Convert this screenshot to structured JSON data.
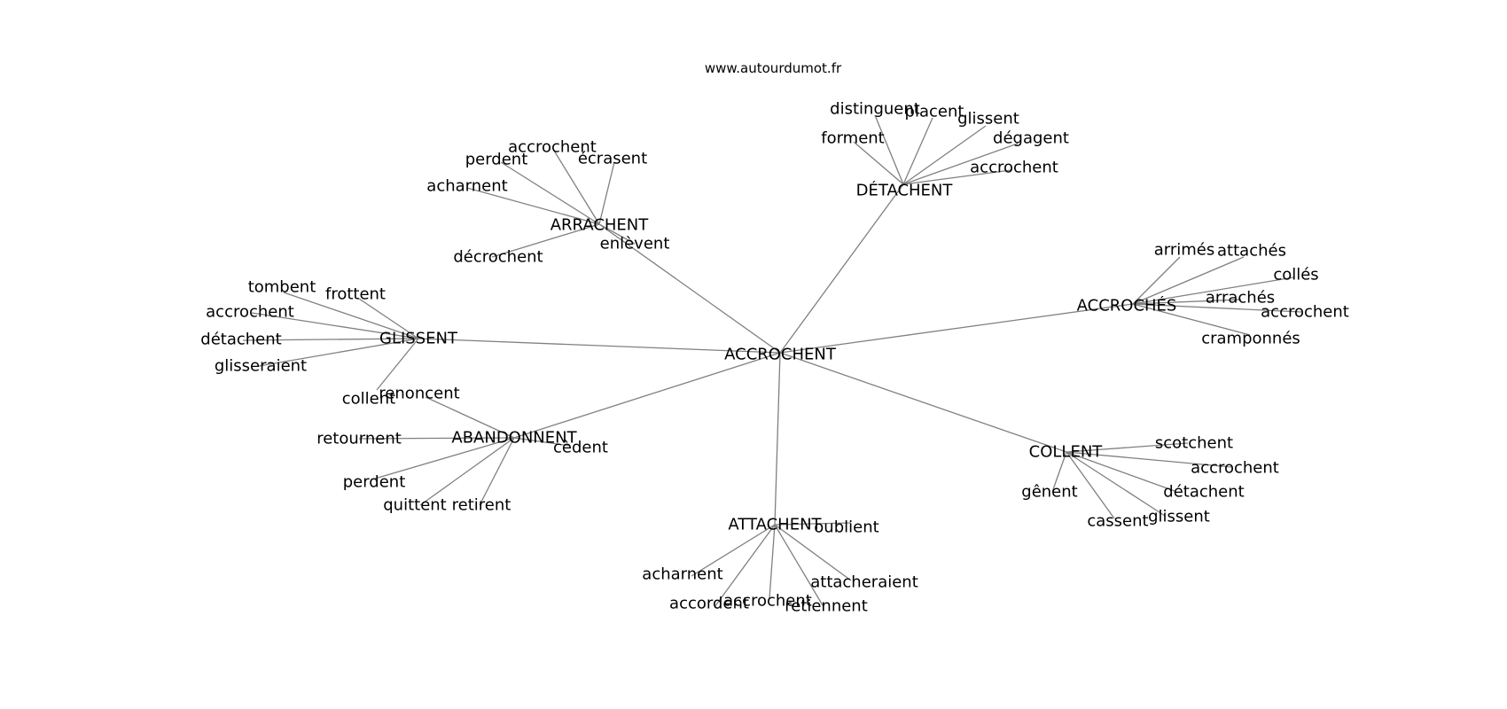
{
  "watermark": "www.autourdumot.fr",
  "center": "ACCROCHENT",
  "colors": {
    "edge": "#808080",
    "text": "#000000",
    "background": "#ffffff"
  },
  "clusters": [
    {
      "id": "arrachent",
      "label": "ARRACHENT",
      "words": [
        "accrochent",
        "perdent",
        "écrasent",
        "acharnent",
        "décrochent",
        "enlèvent"
      ]
    },
    {
      "id": "detachent",
      "label": "DÉTACHENT",
      "words": [
        "distinguent",
        "placent",
        "glissent",
        "forment",
        "dégagent",
        "accrochent"
      ]
    },
    {
      "id": "accroches",
      "label": "ACCROCHÉS",
      "words": [
        "arrimés",
        "attachés",
        "collés",
        "arrachés",
        "accrochent",
        "cramponnés"
      ]
    },
    {
      "id": "glissent",
      "label": "GLISSENT",
      "words": [
        "tombent",
        "frottent",
        "accrochent",
        "détachent",
        "glisseraient",
        "collent"
      ]
    },
    {
      "id": "abandonnent",
      "label": "ABANDONNENT",
      "words": [
        "renoncent",
        "retournent",
        "cèdent",
        "perdent",
        "quittent",
        "retirent"
      ]
    },
    {
      "id": "collent",
      "label": "COLLENT",
      "words": [
        "scotchent",
        "accrochent",
        "détachent",
        "gênent",
        "cassent",
        "glissent"
      ]
    },
    {
      "id": "attachent",
      "label": "ATTACHENT",
      "words": [
        "oublient",
        "acharnent",
        "attacheraient",
        "accordent",
        "accrochent",
        "retiennent"
      ]
    }
  ]
}
